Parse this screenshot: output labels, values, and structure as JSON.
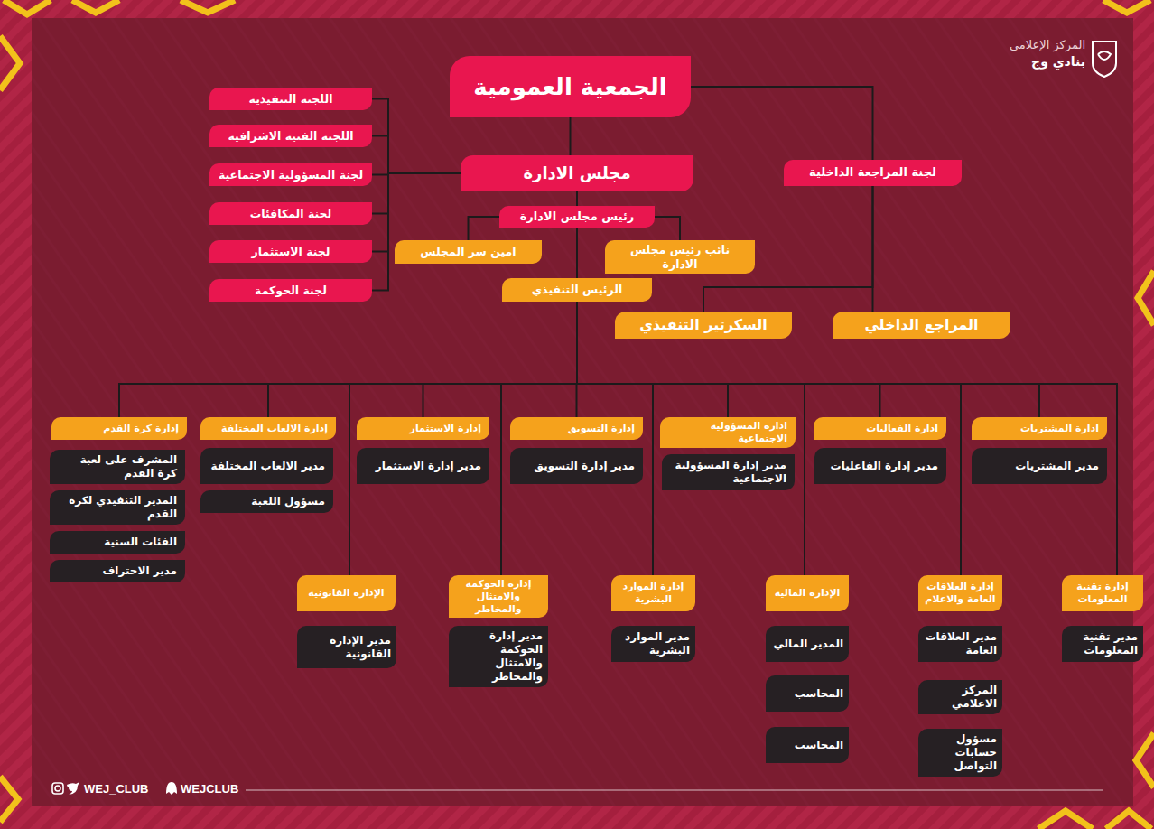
{
  "diagram": {
    "nodes": [
      {
        "text": [
          "الجمعية العمومية"
        ]
      },
      {
        "text": [
          "مجلس الادارة"
        ]
      },
      {
        "text": [
          "لجنة المراجعة الداخلية"
        ]
      },
      {
        "text": [
          "اللجنة التنفيذية"
        ]
      },
      {
        "text": [
          "اللجنة الفنية الاشرافية"
        ]
      },
      {
        "text": [
          "لجنة المسؤولية الاجتماعية"
        ]
      },
      {
        "text": [
          "لجنة المكافئات"
        ]
      },
      {
        "text": [
          "لجنة الاستثمار"
        ]
      },
      {
        "text": [
          "لجنة الحوكمة"
        ]
      },
      {
        "text": [
          "رئيس مجلس الادارة"
        ]
      },
      {
        "text": [
          "نائب رئيس مجلس الادارة"
        ]
      },
      {
        "text": [
          "امين سر المجلس"
        ]
      },
      {
        "text": [
          "الرئيس التنفيذي"
        ]
      },
      {
        "text": [
          "السكرتير التنفيذي"
        ]
      },
      {
        "text": [
          "المراجع الداخلي"
        ]
      },
      {
        "text": [
          "ادارة المشتريات"
        ]
      },
      {
        "text": [
          "مدير المشتريات"
        ]
      },
      {
        "text": [
          "ادارة الفعاليات"
        ]
      },
      {
        "text": [
          "مدير إدارة الفاعليات"
        ]
      },
      {
        "text": [
          "ادارة المسؤولية الاجتماعية"
        ]
      },
      {
        "text": [
          "مدير إدارة المسؤولية الاجتماعية"
        ]
      },
      {
        "text": [
          "إدارة التسويق"
        ]
      },
      {
        "text": [
          "مدير إدارة التسويق"
        ]
      },
      {
        "text": [
          "إدارة الاستثمار"
        ]
      },
      {
        "text": [
          "مدير إدارة الاستثمار"
        ]
      },
      {
        "text": [
          "إدارة الالعاب المختلفة"
        ]
      },
      {
        "text": [
          "مدير الالعاب المختلفة"
        ]
      },
      {
        "text": [
          "مسؤول اللعبة"
        ]
      },
      {
        "text": [
          "إدارة كرة القدم"
        ]
      },
      {
        "text": [
          "المشرف على لعبة كرة القدم"
        ]
      },
      {
        "text": [
          "المدير التنفيذي لكرة القدم"
        ]
      },
      {
        "text": [
          "الفئات السنية"
        ]
      },
      {
        "text": [
          "مدير الاحتراف"
        ]
      },
      {
        "text": [
          "إدارة تقنية المعلومات"
        ]
      },
      {
        "text": [
          "مدير تقنية المعلومات"
        ]
      },
      {
        "text": [
          "إدارة العلاقات العامة والاعلام"
        ]
      },
      {
        "text": [
          "مدير العلاقات العامة"
        ]
      },
      {
        "text": [
          "المركز الاعلامي"
        ]
      },
      {
        "text": [
          "مسؤول حسابات التواصل"
        ]
      },
      {
        "text": [
          "الإدارة المالية"
        ]
      },
      {
        "text": [
          "المدير المالي"
        ]
      },
      {
        "text": [
          "المحاسب"
        ]
      },
      {
        "text": [
          "المحاسب"
        ]
      },
      {
        "text": [
          "إدارة الموارد البشرية"
        ]
      },
      {
        "text": [
          "مدير الموارد البشرية"
        ]
      },
      {
        "text": [
          "إدارة الحوكمة والامتثال والمخاطر"
        ]
      },
      {
        "text": [
          "مدير إدارة الحوكمة والامتثال والمخاطر"
        ]
      },
      {
        "text": [
          "الإدارة القانونية"
        ]
      },
      {
        "text": [
          "مدير الإدارة القانونية"
        ]
      }
    ],
    "edges": [
      {
        "from": 0,
        "to": 1,
        "arrow": "none"
      },
      {
        "from": 0,
        "to": 2,
        "arrow": "none"
      },
      {
        "from": 1,
        "to": 3,
        "arrow": "none"
      },
      {
        "from": 1,
        "to": 4,
        "arrow": "none"
      },
      {
        "from": 1,
        "to": 5,
        "arrow": "none"
      },
      {
        "from": 1,
        "to": 6,
        "arrow": "none"
      },
      {
        "from": 1,
        "to": 7,
        "arrow": "none"
      },
      {
        "from": 1,
        "to": 8,
        "arrow": "none"
      },
      {
        "from": 1,
        "to": 9,
        "arrow": "none"
      },
      {
        "from": 9,
        "to": 10,
        "arrow": "none"
      },
      {
        "from": 9,
        "to": 11,
        "arrow": "none"
      },
      {
        "from": 9,
        "to": 12,
        "arrow": "none"
      },
      {
        "from": 2,
        "to": 13,
        "arrow": "none"
      },
      {
        "from": 2,
        "to": 14,
        "arrow": "none"
      },
      {
        "from": 12,
        "to": 15,
        "arrow": "none"
      },
      {
        "from": 12,
        "to": 17,
        "arrow": "none"
      },
      {
        "from": 12,
        "to": 19,
        "arrow": "none"
      },
      {
        "from": 12,
        "to": 21,
        "arrow": "none"
      },
      {
        "from": 12,
        "to": 23,
        "arrow": "none"
      },
      {
        "from": 12,
        "to": 25,
        "arrow": "none"
      },
      {
        "from": 12,
        "to": 28,
        "arrow": "none"
      },
      {
        "from": 12,
        "to": 33,
        "arrow": "none"
      },
      {
        "from": 12,
        "to": 35,
        "arrow": "none"
      },
      {
        "from": 12,
        "to": 39,
        "arrow": "none"
      },
      {
        "from": 12,
        "to": 43,
        "arrow": "none"
      },
      {
        "from": 12,
        "to": 45,
        "arrow": "none"
      },
      {
        "from": 12,
        "to": 47,
        "arrow": "none"
      }
    ],
    "labels": [
      "المركز الإعلامي",
      "بنادي وج",
      "WEJ_CLUB",
      "WEJCLUB"
    ]
  }
}
